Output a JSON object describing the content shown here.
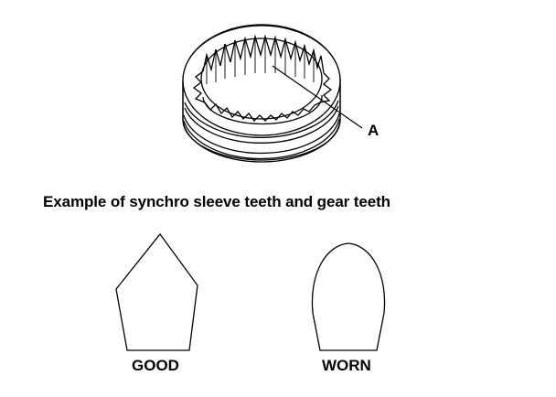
{
  "callout": {
    "letter": "A"
  },
  "caption": {
    "text": "Example of synchro sleeve teeth and gear teeth"
  },
  "teeth": {
    "good_label": "GOOD",
    "worn_label": "WORN"
  },
  "style": {
    "line_color": "#000000",
    "background": "#ffffff"
  }
}
